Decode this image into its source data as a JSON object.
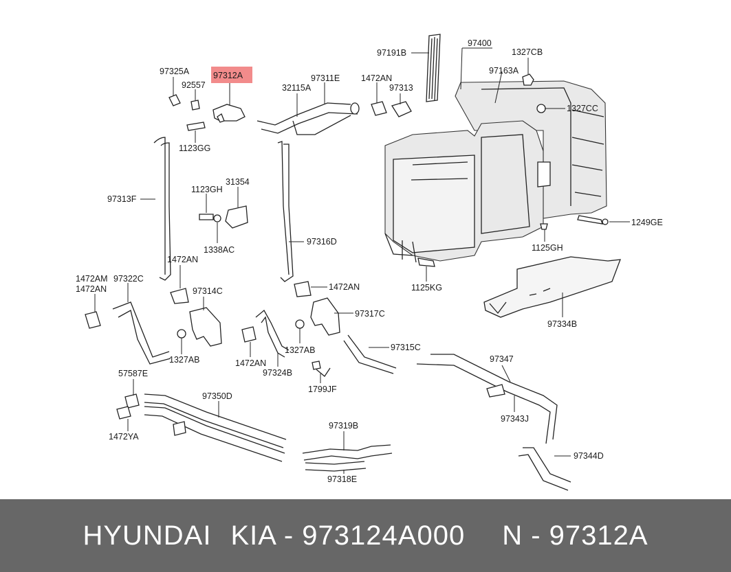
{
  "highlight_color": "#f28b8b",
  "footer_color": "#676767",
  "labels": {
    "l97325A": "97325A",
    "l97312A": "97312A",
    "l92557": "92557",
    "l1123GG": "1123GG",
    "l32115A": "32115A",
    "l97311E": "97311E",
    "l1472AN_a": "1472AN",
    "l97313": "97313",
    "l97191B": "97191B",
    "l97400": "97400",
    "l1327CB": "1327CB",
    "l97163A": "97163A",
    "l1327CC": "1327CC",
    "l97313F": "97313F",
    "l1123GH": "1123GH",
    "l31354": "31354",
    "l1338AC": "1338AC",
    "l97316D": "97316D",
    "l1472AN_b": "1472AN",
    "l1472AN_c": "1472AN",
    "l1472AM": "1472AM",
    "l1472AN_d": "1472AN",
    "l97322C": "97322C",
    "l97314C": "97314C",
    "l1327AB_a": "1327AB",
    "l1472AN_e": "1472AN",
    "l97324B": "97324B",
    "l1327AB_b": "1327AB",
    "l97317C": "97317C",
    "l1249GE": "1249GE",
    "l1125GH": "1125GH",
    "l1125KG": "1125KG",
    "l97334B": "97334B",
    "l97315C": "97315C",
    "l1799JF": "1799JF",
    "l57587E": "57587E",
    "l97350D": "97350D",
    "l1472YA": "1472YA",
    "l97347": "97347",
    "l97343J": "97343J",
    "l97319B": "97319B",
    "l97318E": "97318E",
    "l97344D": "97344D"
  },
  "footer": {
    "brand": "HYUNDAI",
    "make": "KIA - 973124A000",
    "number": "N - 97312A"
  }
}
